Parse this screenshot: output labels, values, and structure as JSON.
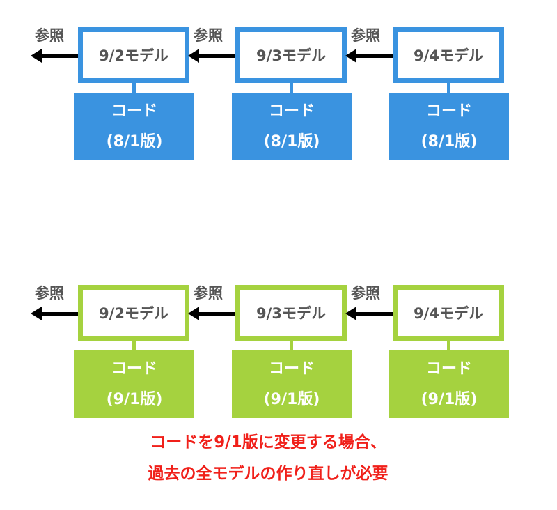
{
  "colors": {
    "top": "#3a93e0",
    "bottom": "#a5d23f",
    "note": "#f0201a"
  },
  "ref_label": "参照",
  "rows": [
    {
      "theme": "top",
      "models": [
        "9/2モデル",
        "9/3モデル",
        "9/4モデル"
      ],
      "code_title": "コード",
      "code_version": "(8/1版)"
    },
    {
      "theme": "bottom",
      "models": [
        "9/2モデル",
        "9/3モデル",
        "9/4モデル"
      ],
      "code_title": "コード",
      "code_version": "(9/1版)"
    }
  ],
  "note": {
    "line1": "コードを9/1版に変更する場合、",
    "line2": "過去の全モデルの作り直しが必要"
  }
}
